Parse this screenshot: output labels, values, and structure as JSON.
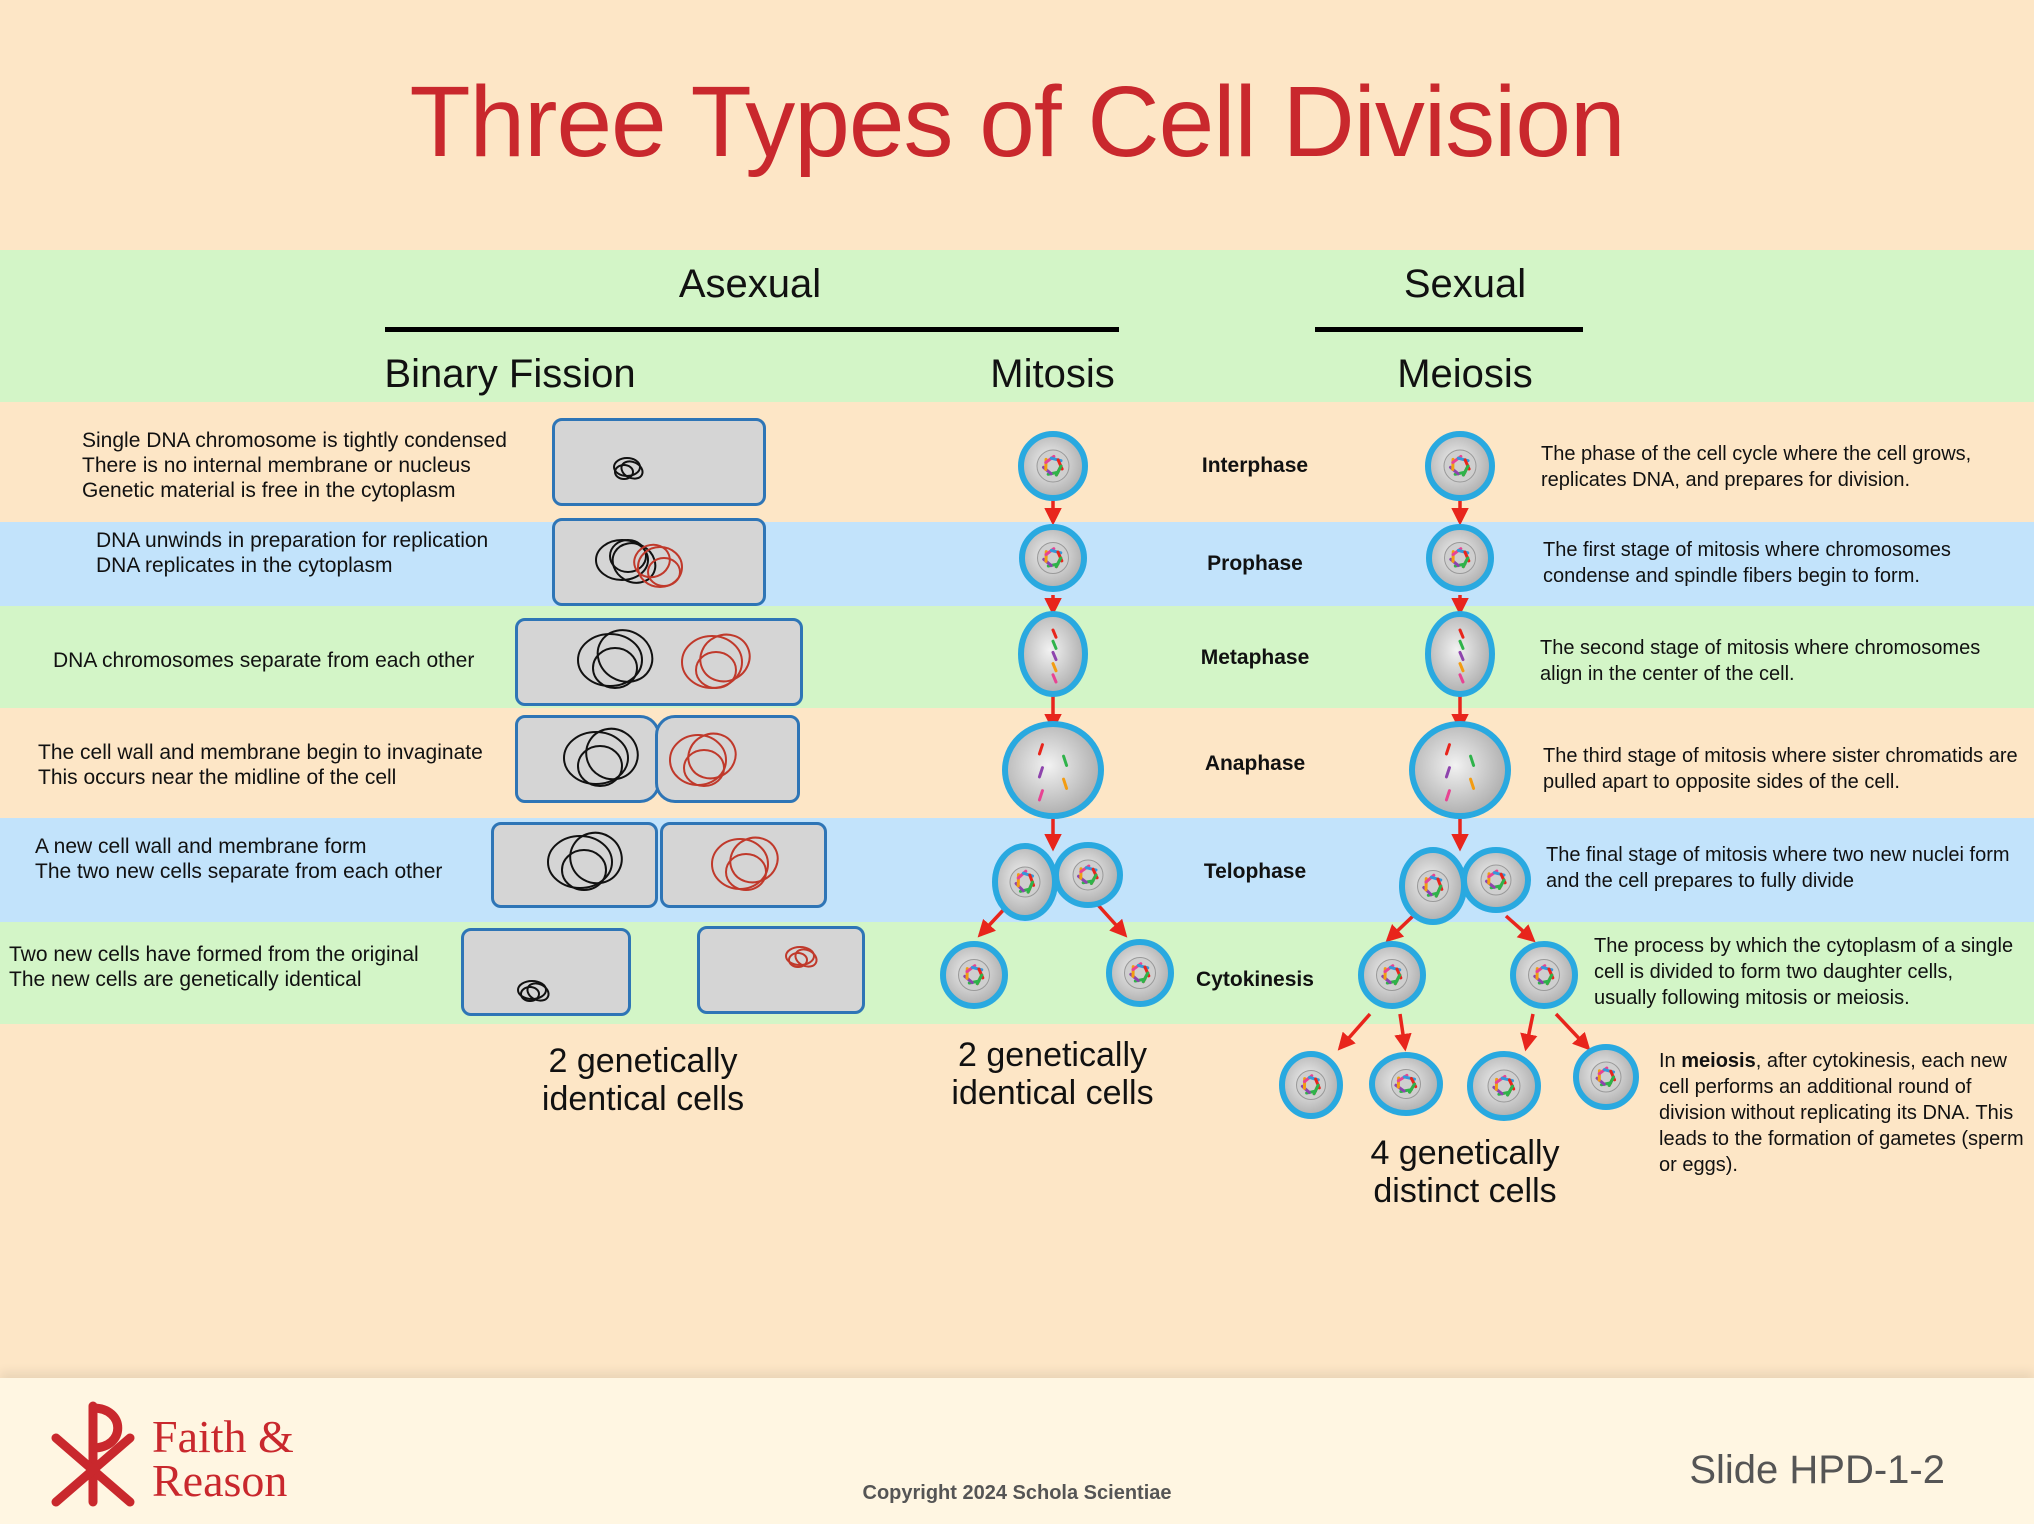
{
  "title": "Three Types of Cell Division",
  "groups": {
    "asexual": "Asexual",
    "sexual": "Sexual"
  },
  "columns": {
    "binary_fission": "Binary Fission",
    "mitosis": "Mitosis",
    "meiosis": "Meiosis"
  },
  "binary_fission_descriptions": [
    "Single DNA chromosome is tightly condensed\nThere is no internal membrane or nucleus\nGenetic material is free in the cytoplasm",
    "DNA unwinds in preparation for replication\nDNA replicates in the cytoplasm",
    "DNA chromosomes separate from each other",
    "The cell wall and membrane begin to invaginate\nThis occurs near the midline of the cell",
    "A new cell wall and membrane form\nThe two new cells separate from each other",
    "Two new cells have formed from the original\nThe new cells are genetically identical"
  ],
  "stages": [
    "Interphase",
    "Prophase",
    "Metaphase",
    "Anaphase",
    "Telophase",
    "Cytokinesis"
  ],
  "stage_definitions": [
    "The phase of the cell cycle where the cell grows, replicates DNA, and prepares for division.",
    "The first stage of mitosis where chromosomes condense and spindle fibers begin to form.",
    "The second stage of mitosis where chromosomes align in the center of the cell.",
    "The third stage of mitosis where sister chromatids are pulled apart to opposite sides of the cell.",
    "The final stage of mitosis where two new nuclei form and the cell prepares to fully divide",
    "The process by which the cytoplasm of a single cell is divided to form two daughter cells, usually following mitosis or meiosis."
  ],
  "meiosis_note": {
    "prefix": "In ",
    "bold": "meiosis",
    "rest": ", after cytokinesis, each new cell performs an additional round of division without replicating its DNA. This leads to the formation of gametes (sperm or eggs)."
  },
  "results": {
    "binary_fission": "2 genetically\nidentical cells",
    "mitosis": "2 genetically\nidentical cells",
    "meiosis": "4 genetically\ndistinct cells"
  },
  "footer": {
    "logo_line1": "Faith &",
    "logo_line2": "Reason",
    "copyright": "Copyright 2024 Schola Scientiae",
    "slide_id": "Slide HPD-1-2"
  },
  "colors": {
    "title": "#c9282d",
    "peach": "#fde6c6",
    "green": "#d3f5c7",
    "blue": "#c2e3fb",
    "cell_border": "#29a9e0",
    "box_border": "#2e75b6",
    "arrow": "#e8251c",
    "logo": "#c9282d"
  }
}
